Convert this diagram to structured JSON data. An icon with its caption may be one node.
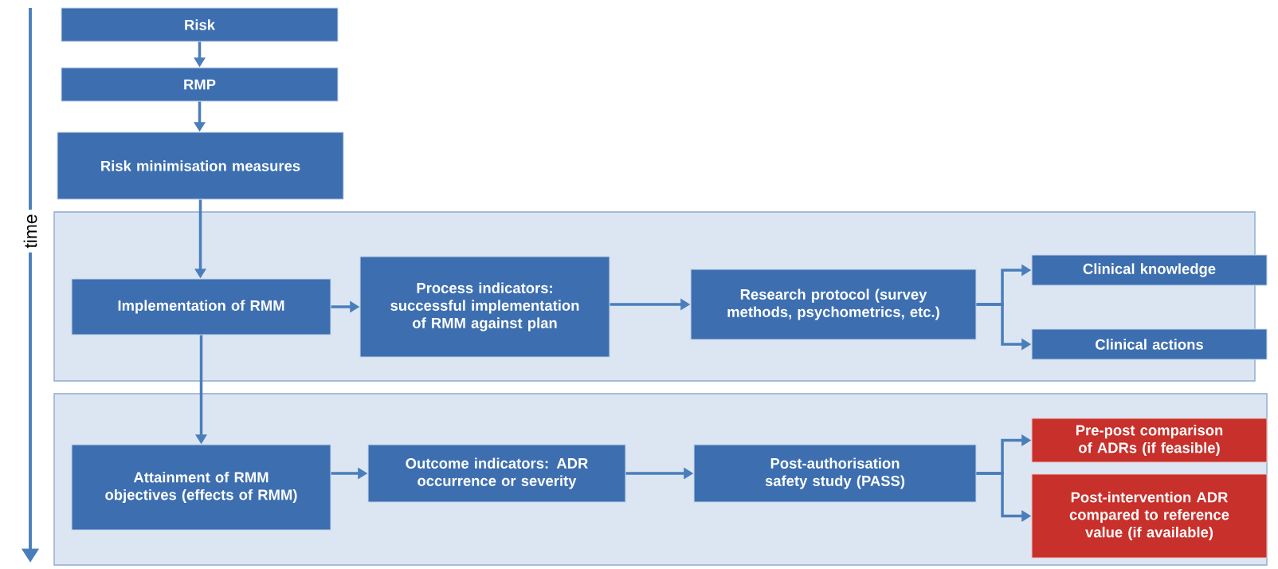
{
  "diagram": {
    "nodes": [
      {
        "text": [
          "Risk"
        ]
      },
      {
        "text": [
          "RMP"
        ]
      },
      {
        "text": [
          "Risk minimisation measures"
        ]
      },
      {
        "text": [],
        "shape": "box"
      },
      {
        "text": [
          "Implementation of RMM"
        ],
        "in": 3
      },
      {
        "text": [
          "Process indicators: successful implementation of RMM against plan"
        ],
        "in": 3
      },
      {
        "text": [
          "Research protocol (survey methods, psychometrics, etc.)"
        ],
        "in": 3
      },
      {
        "text": [
          "Clinical knowledge"
        ],
        "in": 3
      },
      {
        "text": [
          "Clinical actions"
        ],
        "in": 3
      },
      {
        "text": [],
        "shape": "box"
      },
      {
        "text": [
          "Attainment of RMM objectives (effects of RMM)"
        ],
        "in": 9
      },
      {
        "text": [
          "Outcome indicators: ADR occurrence or severity"
        ],
        "in": 9
      },
      {
        "text": [
          "Post-authorisation safety study (PASS)"
        ],
        "in": 9
      },
      {
        "text": [
          "Pre-post comparison of ADRs (if feasible)"
        ],
        "in": 9
      },
      {
        "text": [
          "Post-intervention ADR compared to reference value (if available)"
        ],
        "in": 9
      }
    ],
    "edges": [
      {
        "from": 0,
        "to": 1,
        "arrow": "to"
      },
      {
        "from": 1,
        "to": 2,
        "arrow": "to"
      },
      {
        "from": 2,
        "to": 4,
        "arrow": "to"
      },
      {
        "from": 4,
        "to": 5,
        "arrow": "to"
      },
      {
        "from": 5,
        "to": 6,
        "arrow": "to"
      },
      {
        "from": 6,
        "to": 7,
        "arrow": "to"
      },
      {
        "from": 6,
        "to": 8,
        "arrow": "to"
      },
      {
        "from": 4,
        "to": 10,
        "arrow": "to"
      },
      {
        "from": 10,
        "to": 11,
        "arrow": "to"
      },
      {
        "from": 11,
        "to": 12,
        "arrow": "to"
      },
      {
        "from": 12,
        "to": 13,
        "arrow": "to"
      },
      {
        "from": 12,
        "to": 14,
        "arrow": "to"
      }
    ],
    "labels": [
      "time"
    ]
  }
}
